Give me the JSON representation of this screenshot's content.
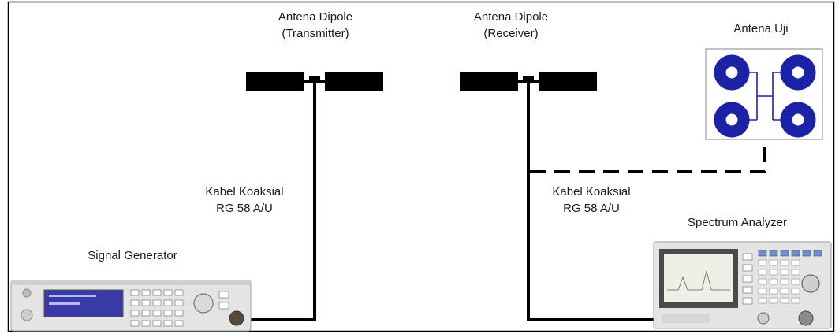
{
  "transmitter_antenna": {
    "line1": "Antena Dipole",
    "line2": "(Transmitter)"
  },
  "receiver_antenna": {
    "line1": "Antena Dipole",
    "line2": "(Receiver)"
  },
  "test_antenna": {
    "label": "Antena Uji"
  },
  "cable_left": {
    "line1": "Kabel Koaksial",
    "line2": "RG 58 A/U"
  },
  "cable_right": {
    "line1": "Kabel Koaksial",
    "line2": "RG 58 A/U"
  },
  "signal_generator": {
    "label": "Signal Generator"
  },
  "spectrum_analyzer": {
    "label": "Spectrum Analyzer"
  },
  "colors": {
    "antenna_ring": "#1c22a8",
    "device_body": "#e4e4e4",
    "generator_screen": "#3a3aa6",
    "analyzer_screen": "#eef0e6",
    "cable": "#000000"
  }
}
